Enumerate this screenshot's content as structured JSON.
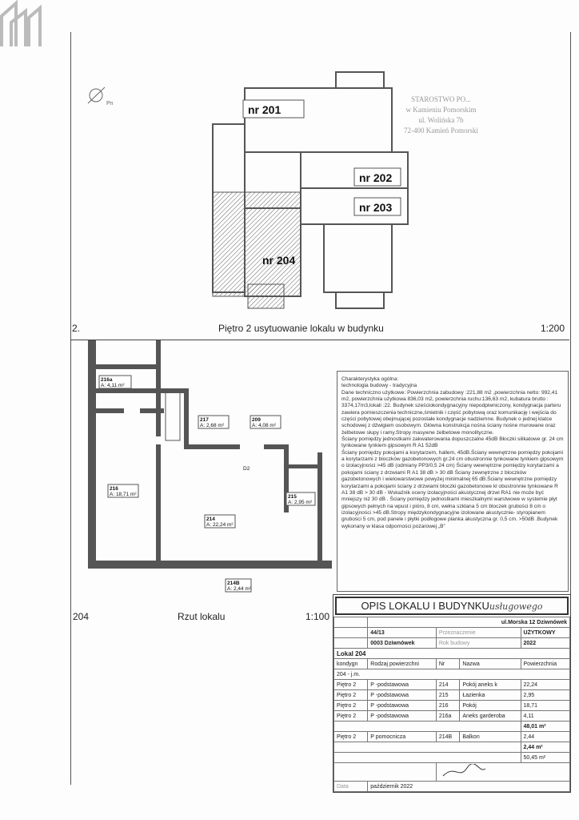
{
  "top_plan": {
    "units": [
      "nr 201",
      "nr 202",
      "nr 203",
      "nr 204"
    ],
    "caption_num": "2.",
    "caption": "Piętro 2 usytuowanie lokalu w budynku",
    "scale": "1:200"
  },
  "stamp": {
    "lines": [
      "STAROSTWO PO...",
      "w Kamieniu Pomorskim",
      "ul. Wolińska 7b",
      "72-400 Kamień Pomorski"
    ]
  },
  "compass": {
    "label": "Pn"
  },
  "bottom_plan": {
    "rooms": [
      {
        "nr": "216a",
        "area": "A: 4,11 m²"
      },
      {
        "nr": "217",
        "area": "A: 2,68 m²"
      },
      {
        "nr": "209",
        "area": "A: 4,08 m²"
      },
      {
        "nr": "216",
        "area": "A: 18,71 m²"
      },
      {
        "nr": "214",
        "area": "A: 22,24 m²"
      },
      {
        "nr": "215",
        "area": "A: 2,95 m²"
      },
      {
        "nr": "214B",
        "area": "A: 2,44 m²"
      }
    ],
    "door_label": "D2",
    "caption_num": "204",
    "caption": "Rzut lokalu",
    "scale": "1:100"
  },
  "description": [
    "Charakterystyka ogólna:",
    "technologia budowy - tradycyjna",
    "Dane techniczno użytkowe: Powierzchnia zabudowy :221,88 m2 ,powierzchnia netto: 992,41 m2, powierzchnia użytkowa 836,03 m2, powierzchnia ruchu:136,63 m2, kubatura brutto : 3374,17m3,lokali :22. Budynek sześciokondygnacyjny niepodpiwniczony, kondygnacja parteru zawiera pomieszczenia techniczne,śmietnik i część pobytową oraz komunikację i wejścia do części pobytowej obejmującej pozostałe kondygnacje nadziemne. Budynek o jednej klatce schodowej z dźwigiem osobowym. Główna konstrukcja nośna ściany nośne murowane oraz żelbetowe słupy i ramy.Stropy masywne żelbetowe monolityczne.",
    "Ściany pomiędzy jednostkami zakwaterowania dopuszczalne 45dB Błoczki silikatowe gr. 24 cm tynkowane tynkiem gipsowym R A1 52dB",
    "Ściany pomiędzy pokojami a korytarzem, hallem, 45dB.Ściany wewnętrzne pomiędzy pokojami a korytarzami z bloczków gazobetonowych gr.24 cm obustronnie tynkowane tynkiem gipsowym o izolacyjności >45 dB (odmiany PP3/0,5 24 cm) Ściany wewnętrzne pomiędzy korytarzami a pokojami ściany z drzwiami R A1 38 dB > 30 dB Ściany zewnętrzne z bloczków gazobetonowych i wielowarstwowe powyżej minimalnej 65 dB.Ściany wewnętrzne pomiędzy korytarzami a pokojami ściany z drzwiami bloczki gazobetonowe kl obustronnie tynkowane R A1 38 dB > 30 dB - Wskaźnik oceny izolacyjności akustycznej drzwi RA1 nie może być mniejszy niż 30 dB . Ściany pomiędzy jednostkami mieszkalnymi warstwowe w systemie płyt gipsowych pełnych na wpust i pióro, 8 cm, wełna szklana 5 cm bloczek grubości 8 cm o izolacyjności >45 dB.Stropy międzykondygnacyjne izolowane akustycznie- styropianem grubości 5 cm, pod panele i płytki podłogowe planka akustyczna gr. 0,5 cm. >50dB .Budynek wykonany w klasa odporności pożarowej „B”"
  ],
  "table": {
    "title": "OPIS LOKALU I BUDYNKU",
    "handwritten": "usługowego",
    "address": "ul.Morska 12 Dziwnówek",
    "plot": "44/13",
    "purpose_label": "Przeznaczenie",
    "purpose": "UŻYTKOWY",
    "precinct": "0003 Dziwnówek",
    "year_label": "Rok budowy",
    "year": "2022",
    "unit": "Lokal 204",
    "headers": [
      "kondygn",
      "Rodzaj powierzchni",
      "Nr",
      "Nazwa",
      "Powierzchnia"
    ],
    "group": "204 - j.m.",
    "rows": [
      [
        "Piętro 2",
        "P -podstawowa",
        "214",
        "Pokój aneks k",
        "22,24"
      ],
      [
        "Piętro 2",
        "P -podstawowa",
        "215",
        "Łazienka",
        "2,95"
      ],
      [
        "Piętro 2",
        "P -podstawowa",
        "216",
        "Pokój",
        "18,71"
      ],
      [
        "Piętro 2",
        "P -podstawowa",
        "216a",
        "Aneks garderoba",
        "4,11"
      ]
    ],
    "subtotal1": "48,01 m²",
    "rows2": [
      [
        "Piętro 2",
        "P pomocnicza",
        "214B",
        "Balkon",
        "2,44"
      ]
    ],
    "subtotal2": "2,44 m²",
    "total": "50,45 m²",
    "date_label": "Data",
    "date": "październik 2022"
  }
}
